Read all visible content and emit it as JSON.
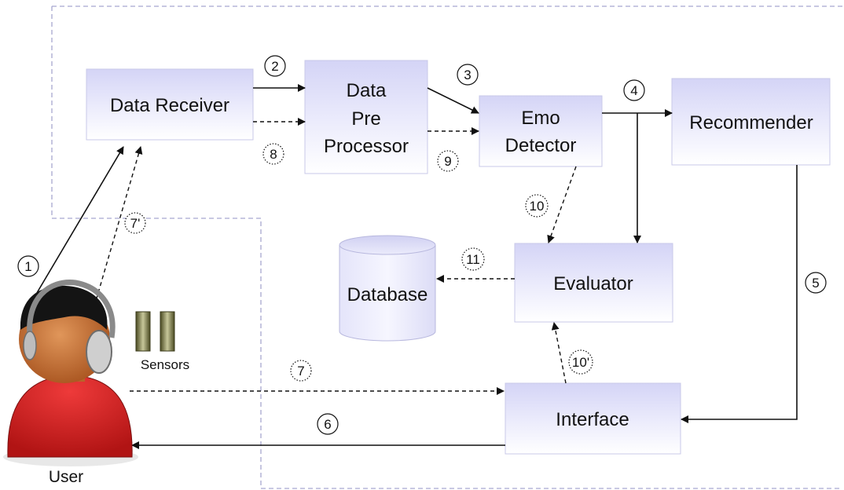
{
  "diagram": {
    "components": {
      "data_receiver": "Data Receiver",
      "preprocessor_line1": "Data",
      "preprocessor_line2": "Pre",
      "preprocessor_line3": "Processor",
      "emo_line1": "Emo",
      "emo_line2": "Detector",
      "recommender": "Recommender",
      "database": "Database",
      "evaluator": "Evaluator",
      "interface": "Interface"
    },
    "actors": {
      "user": "User",
      "sensors": "Sensors"
    },
    "steps": {
      "s1": "1",
      "s2": "2",
      "s3": "3",
      "s4": "4",
      "s5": "5",
      "s6": "6",
      "s7": "7",
      "s7p": "7'",
      "s8": "8",
      "s9": "9",
      "s10": "10",
      "s10p": "10'",
      "s11": "11"
    }
  }
}
